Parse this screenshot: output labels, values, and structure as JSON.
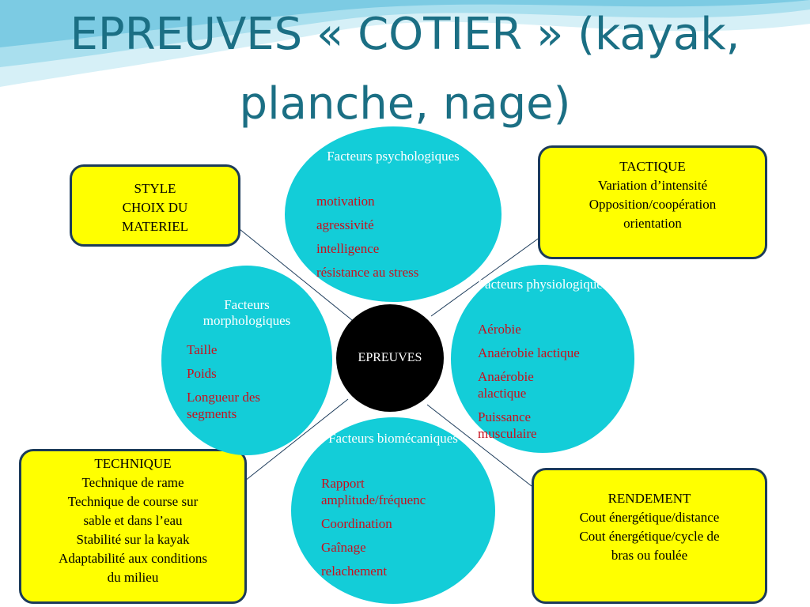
{
  "title": {
    "line1": "EPREUVES « COTIER » (kayak,",
    "line2": "planche, nage)"
  },
  "center": {
    "label": "EPREUVES"
  },
  "circles": {
    "psycho": {
      "heading": "Facteurs psychologiques",
      "items": [
        "motivation",
        "agressivité",
        "intelligence",
        "résistance au stress"
      ]
    },
    "physio": {
      "heading": "Facteurs physiologiques",
      "items": [
        "Aérobie",
        "Anaérobie lactique",
        "Anaérobie alactique",
        "Puissance musculaire"
      ]
    },
    "morpho": {
      "heading": "Facteurs morphologiques",
      "items": [
        "Taille",
        "Poids",
        "Longueur des segments"
      ]
    },
    "bio": {
      "heading": "Facteurs biomécaniques",
      "items": [
        "Rapport amplitude/fréquenc",
        "Coordination",
        "Gaînage",
        "relachement"
      ]
    }
  },
  "boxes": {
    "style": [
      "STYLE",
      "CHOIX DU",
      "MATERIEL"
    ],
    "tactique": [
      "TACTIQUE",
      "Variation d’intensité",
      "Opposition/coopération",
      "orientation"
    ],
    "technique": [
      "TECHNIQUE",
      "Technique de rame",
      "Technique de course sur",
      "sable et dans l’eau",
      "Stabilité sur la kayak",
      "Adaptabilité aux conditions",
      "du milieu"
    ],
    "rendement": [
      "RENDEMENT",
      "Cout énergétique/distance",
      "Cout énergétique/cycle de",
      "bras ou foulée"
    ]
  },
  "colors": {
    "title": "#1b6f84",
    "circle": "#13cdd8",
    "item_text": "#c8101d",
    "box_fill": "#ffff00",
    "box_border": "#1c3b5a",
    "center": "#000000"
  }
}
